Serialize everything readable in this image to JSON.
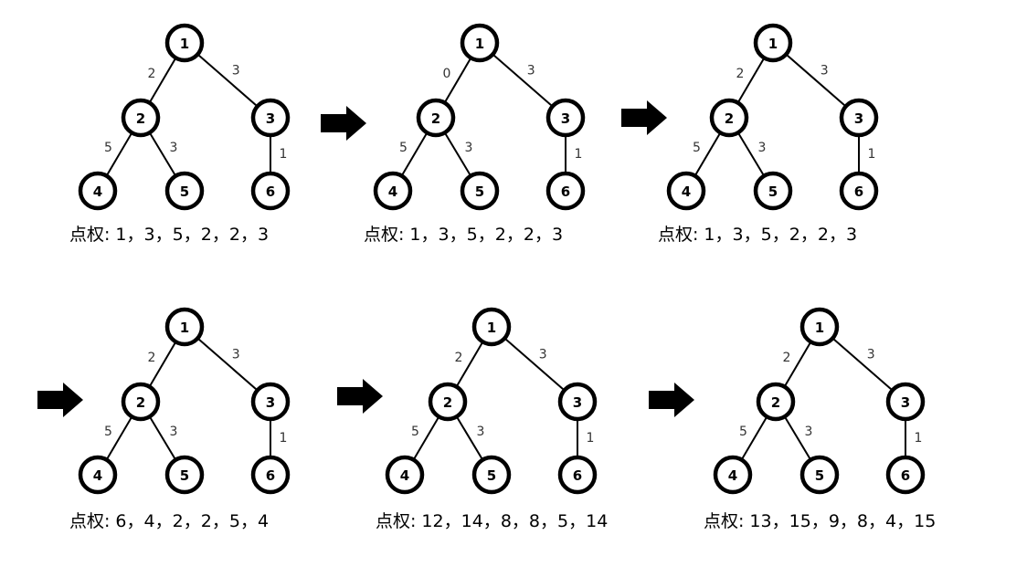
{
  "weights_prefix": "点权:",
  "panels": [
    {
      "edges": [
        {
          "from": "1",
          "to": "2",
          "weight": "2"
        },
        {
          "from": "1",
          "to": "3",
          "weight": "3"
        },
        {
          "from": "2",
          "to": "4",
          "weight": "5"
        },
        {
          "from": "2",
          "to": "5",
          "weight": "3"
        },
        {
          "from": "3",
          "to": "6",
          "weight": "1"
        }
      ],
      "node_weights": [
        "1",
        "3",
        "5",
        "2",
        "2",
        "3"
      ]
    },
    {
      "edges": [
        {
          "from": "1",
          "to": "2",
          "weight": "0"
        },
        {
          "from": "1",
          "to": "3",
          "weight": "3"
        },
        {
          "from": "2",
          "to": "4",
          "weight": "5"
        },
        {
          "from": "2",
          "to": "5",
          "weight": "3"
        },
        {
          "from": "3",
          "to": "6",
          "weight": "1"
        }
      ],
      "node_weights": [
        "1",
        "3",
        "5",
        "2",
        "2",
        "3"
      ]
    },
    {
      "edges": [
        {
          "from": "1",
          "to": "2",
          "weight": "2"
        },
        {
          "from": "1",
          "to": "3",
          "weight": "3"
        },
        {
          "from": "2",
          "to": "4",
          "weight": "5"
        },
        {
          "from": "2",
          "to": "5",
          "weight": "3"
        },
        {
          "from": "3",
          "to": "6",
          "weight": "1"
        }
      ],
      "node_weights": [
        "1",
        "3",
        "5",
        "2",
        "2",
        "3"
      ]
    },
    {
      "edges": [
        {
          "from": "1",
          "to": "2",
          "weight": "2"
        },
        {
          "from": "1",
          "to": "3",
          "weight": "3"
        },
        {
          "from": "2",
          "to": "4",
          "weight": "5"
        },
        {
          "from": "2",
          "to": "5",
          "weight": "3"
        },
        {
          "from": "3",
          "to": "6",
          "weight": "1"
        }
      ],
      "node_weights": [
        "6",
        "4",
        "2",
        "2",
        "5",
        "4"
      ]
    },
    {
      "edges": [
        {
          "from": "1",
          "to": "2",
          "weight": "2"
        },
        {
          "from": "1",
          "to": "3",
          "weight": "3"
        },
        {
          "from": "2",
          "to": "4",
          "weight": "5"
        },
        {
          "from": "2",
          "to": "5",
          "weight": "3"
        },
        {
          "from": "3",
          "to": "6",
          "weight": "1"
        }
      ],
      "node_weights": [
        "12",
        "14",
        "8",
        "8",
        "5",
        "14"
      ]
    },
    {
      "edges": [
        {
          "from": "1",
          "to": "2",
          "weight": "2"
        },
        {
          "from": "1",
          "to": "3",
          "weight": "3"
        },
        {
          "from": "2",
          "to": "4",
          "weight": "5"
        },
        {
          "from": "2",
          "to": "5",
          "weight": "3"
        },
        {
          "from": "3",
          "to": "6",
          "weight": "1"
        }
      ],
      "node_weights": [
        "13",
        "15",
        "9",
        "8",
        "4",
        "15"
      ]
    }
  ],
  "nodes": [
    "1",
    "2",
    "3",
    "4",
    "5",
    "6"
  ],
  "arrow_count": 5,
  "colors": {
    "stroke": "#000000",
    "fill": "#ffffff"
  }
}
